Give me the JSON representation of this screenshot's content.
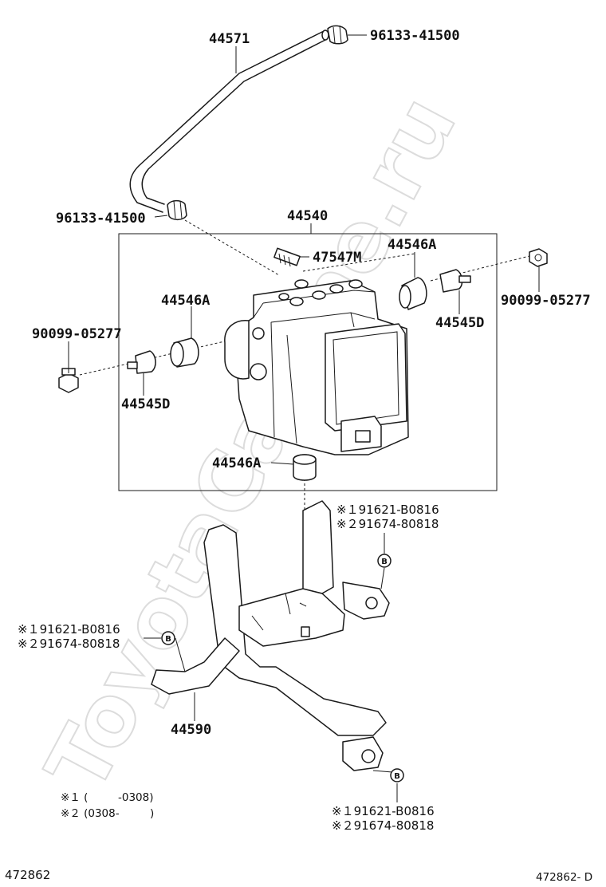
{
  "watermark": "ToyotaCarline.ru",
  "labels": {
    "hose": "44571",
    "clip_top": "96133-41500",
    "clip_left": "96133-41500",
    "actuator_assy": "44540",
    "bleeder": "47547M",
    "cushion_right": "44546A",
    "cushion_left": "44546A",
    "bolt_right": "90099-05277",
    "bolt_left": "90099-05277",
    "collar_right": "44545D",
    "collar_left": "44545D",
    "cushion_bottom": "44546A",
    "bracket": "44590"
  },
  "badges": {
    "top_right": "B",
    "left": "B",
    "bottom": "B"
  },
  "bolt_callouts": {
    "right": {
      "line1": "※１91621-B0816",
      "line2": "※２91674-80818"
    },
    "left": {
      "line1": "※１91621-B0816",
      "line2": "※２91674-80818"
    },
    "bottom": {
      "line1": "※１91621-B0816",
      "line2": "※２91674-80818"
    }
  },
  "notes": {
    "note1_mark": "※１ (",
    "note1_range": "-0308)",
    "note2_mark": "※２ (0308-",
    "note2_close": ")"
  },
  "footer": {
    "left_code": "472862",
    "right_code": "472862- D"
  }
}
